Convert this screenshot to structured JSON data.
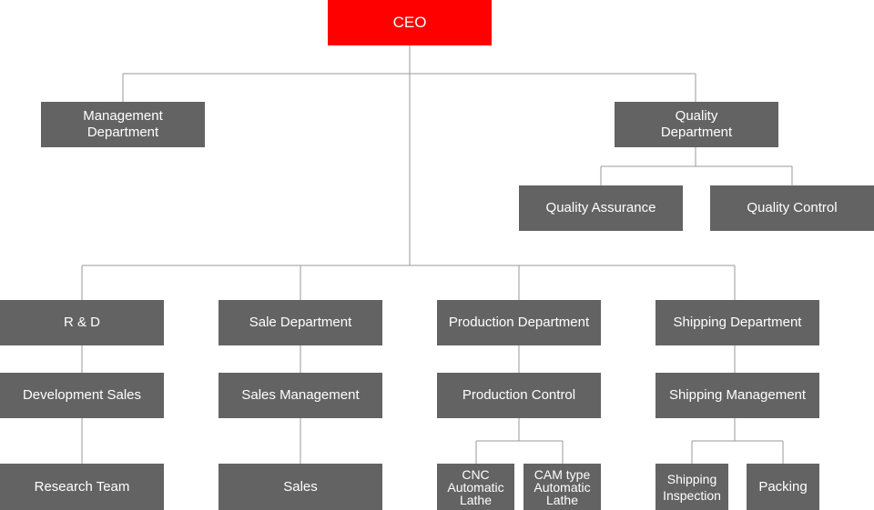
{
  "colors": {
    "ceo": "#ff0000",
    "node": "#636363",
    "line": "#9a9a9a",
    "text": "#ffffff"
  },
  "org": {
    "ceo": "CEO",
    "management": "Management\nDepartment",
    "quality": "Quality\nDepartment",
    "quality_assurance": "Quality Assurance",
    "quality_control": "Quality Control",
    "rnd": "R & D",
    "development_sales": "Development Sales",
    "research_team": "Research Team",
    "sale_department": "Sale Department",
    "sales_management": "Sales Management",
    "sales": "Sales",
    "production_department": "Production Department",
    "production_control": "Production Control",
    "cnc_lathe": "CNC\nAutomatic\nLathe",
    "cam_lathe": "CAM type\nAutomatic\nLathe",
    "shipping_department": "Shipping Department",
    "shipping_management": "Shipping Management",
    "shipping_inspection": "Shipping\nInspection",
    "packing": "Packing"
  }
}
